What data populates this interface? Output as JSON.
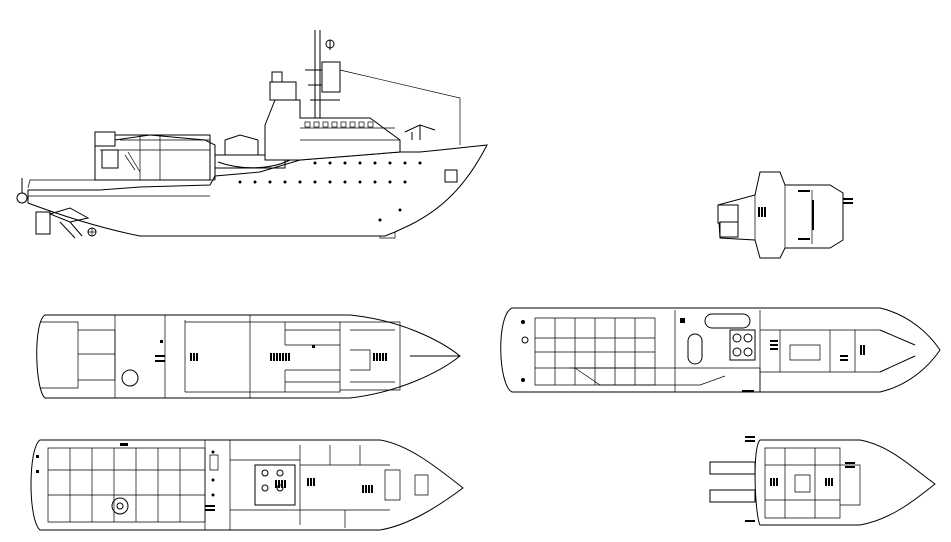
{
  "drawing": {
    "views": [
      {
        "id": "side-elevation"
      },
      {
        "id": "upper-deck-plan"
      },
      {
        "id": "main-deck-plan"
      },
      {
        "id": "lower-deck-plan"
      },
      {
        "id": "bridge-deck-plan"
      },
      {
        "id": "forecastle-deck-plan"
      }
    ]
  },
  "colors": {
    "line": "#000000",
    "background": "#ffffff"
  }
}
